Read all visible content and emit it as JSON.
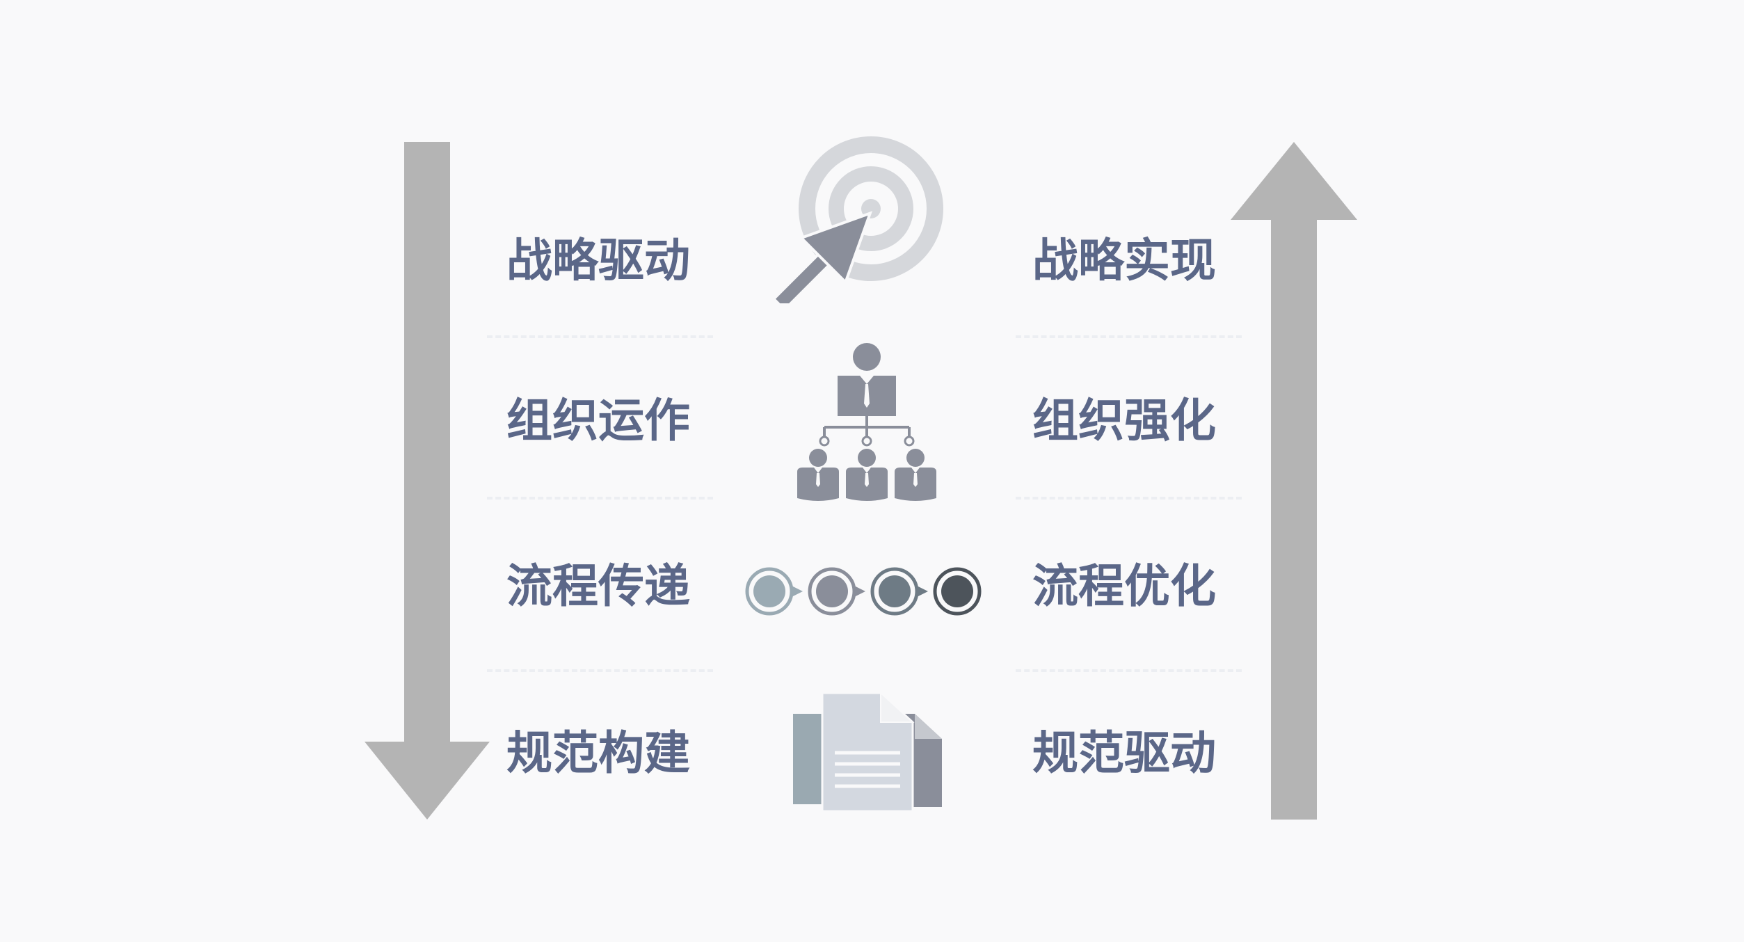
{
  "left_column": {
    "items": [
      "战略驱动",
      "组织运作",
      "流程传递",
      "规范构建"
    ]
  },
  "right_column": {
    "items": [
      "战略实现",
      "组织强化",
      "流程优化",
      "规范驱动"
    ]
  },
  "icons": [
    "target-icon",
    "org-chart-icon",
    "process-flow-icon",
    "documents-icon"
  ],
  "colors": {
    "label": "#5b6788",
    "arrow": "#b4b4b4",
    "icon_dark": "#8a8e9a",
    "icon_light": "#d5d7db",
    "doc_front": "#d3d8e0",
    "doc_left": "#9aa9b1",
    "doc_right": "#8a8e9a",
    "flow_1": "#9aaab3",
    "flow_2": "#8a8e9a",
    "flow_3": "#6e7b85",
    "flow_4": "#4d545b",
    "background": "#f9f9fa"
  }
}
